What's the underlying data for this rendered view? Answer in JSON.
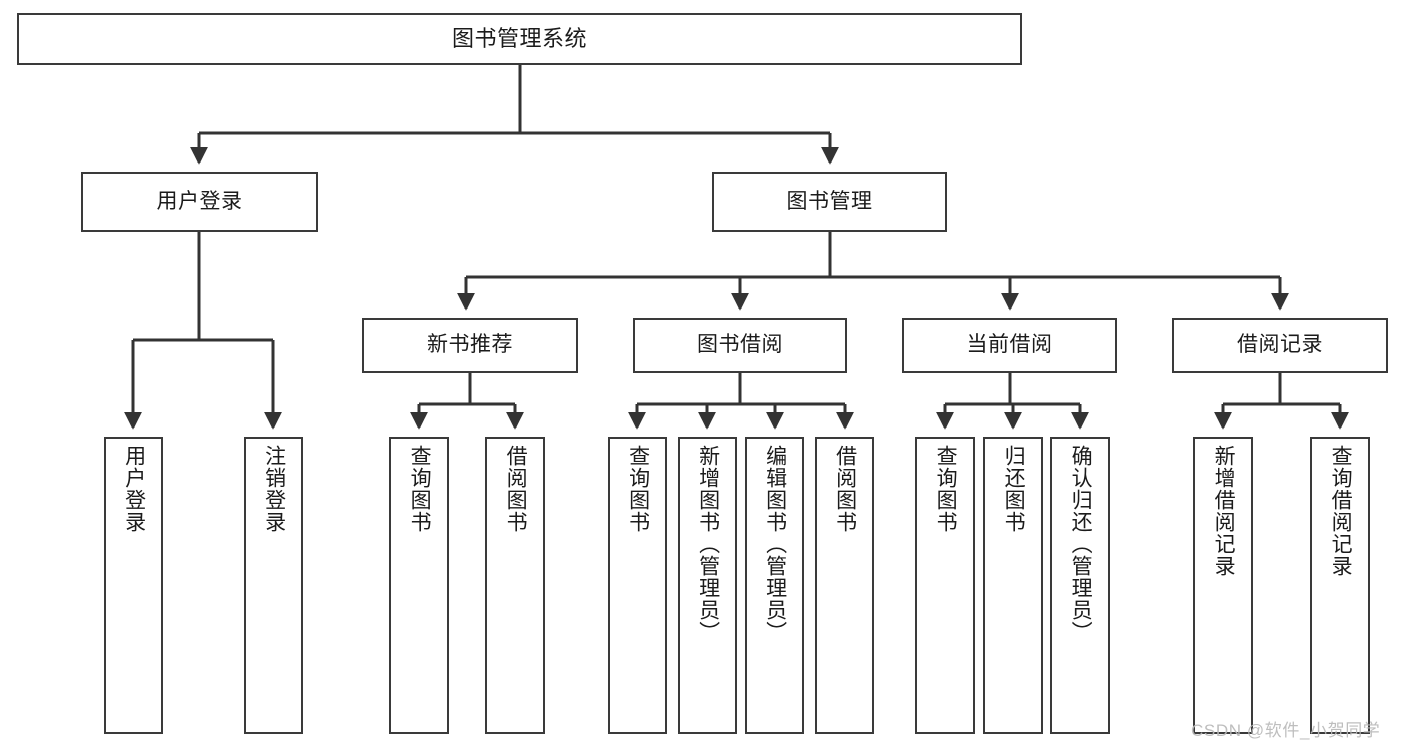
{
  "diagram": {
    "title": "图书管理系统",
    "type": "tree",
    "root": {
      "id": "root",
      "label": "图书管理系统"
    },
    "level2": [
      {
        "id": "user-login",
        "label": "用户登录"
      },
      {
        "id": "book-manage",
        "label": "图书管理"
      }
    ],
    "level3": [
      {
        "id": "new-book-recommend",
        "label": "新书推荐"
      },
      {
        "id": "book-borrow",
        "label": "图书借阅"
      },
      {
        "id": "current-borrow",
        "label": "当前借阅"
      },
      {
        "id": "borrow-record",
        "label": "借阅记录"
      }
    ],
    "leaves": {
      "user_login": [
        {
          "id": "leaf-user-login",
          "label": "用户登录"
        },
        {
          "id": "leaf-logout",
          "label": "注销登录"
        }
      ],
      "new_book_recommend": [
        {
          "id": "leaf-query-book-1",
          "label": "查询图书"
        },
        {
          "id": "leaf-borrow-book-1",
          "label": "借阅图书"
        }
      ],
      "book_borrow": [
        {
          "id": "leaf-query-book-2",
          "label": "查询图书"
        },
        {
          "id": "leaf-add-book",
          "label": "新增图书（管理员）"
        },
        {
          "id": "leaf-edit-book",
          "label": "编辑图书（管理员）"
        },
        {
          "id": "leaf-borrow-book-2",
          "label": "借阅图书"
        }
      ],
      "current_borrow": [
        {
          "id": "leaf-query-book-3",
          "label": "查询图书"
        },
        {
          "id": "leaf-return-book",
          "label": "归还图书"
        },
        {
          "id": "leaf-confirm-return",
          "label": "确认归还（管理员）"
        }
      ],
      "borrow_record": [
        {
          "id": "leaf-add-record",
          "label": "新增借阅记录"
        },
        {
          "id": "leaf-query-record",
          "label": "查询借阅记录"
        }
      ]
    }
  },
  "watermark": {
    "text": "CSDN @软件_小贺同学"
  },
  "colors": {
    "box_border": "#3a3a3a",
    "box_fill": "#ffffff",
    "text": "#1b1b1b",
    "connector": "#333333",
    "watermark": "#b9b9b9",
    "background": "#ffffff"
  }
}
